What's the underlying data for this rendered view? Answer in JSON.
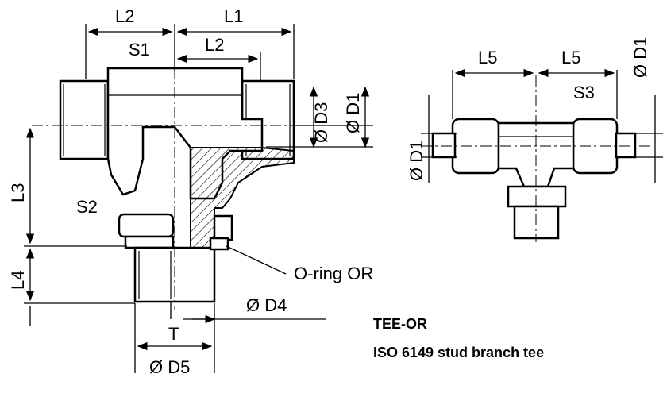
{
  "labels": {
    "l2_top": "L2",
    "l1": "L1",
    "s1": "S1",
    "l2_inner": "L2",
    "d3": "Ø D3",
    "d1_main": "Ø D1",
    "l3": "L3",
    "s2": "S2",
    "l4": "L4",
    "oring": "O-ring OR",
    "d4": "Ø D4",
    "t": "T",
    "d5": "Ø D5",
    "l5_left": "L5",
    "l5_right": "L5",
    "s3": "S3",
    "d1_side": "Ø D1",
    "d1_top_right": "Ø D1"
  },
  "caption": {
    "code": "TEE-OR",
    "description": "ISO 6149 stud branch tee"
  }
}
